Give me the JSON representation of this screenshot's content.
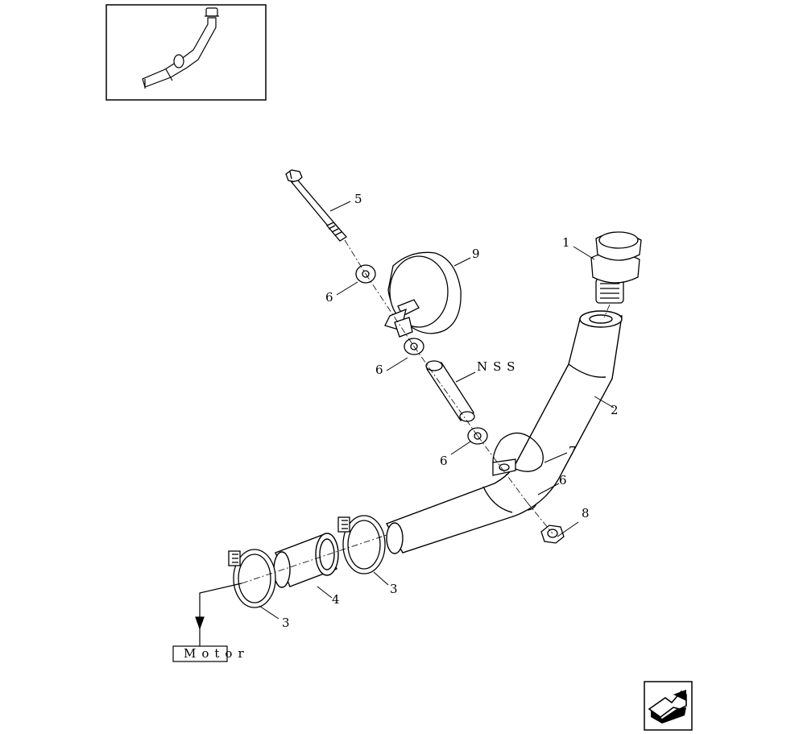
{
  "labels": {
    "p1": "1",
    "p2": "2",
    "p3a": "3",
    "p3b": "3",
    "p4": "4",
    "p5": "5",
    "p6a": "6",
    "p6b": "6",
    "p6c": "6",
    "p6d": "6",
    "p7": "7",
    "p8": "8",
    "p9": "9",
    "nss": "NSS"
  },
  "motor_label": "Motor",
  "icons": {
    "thumbnail": "assembly-thumbnail-icon",
    "nav": "next-page-arrow-icon"
  },
  "colors": {
    "line": "#000000",
    "background": "#ffffff"
  }
}
